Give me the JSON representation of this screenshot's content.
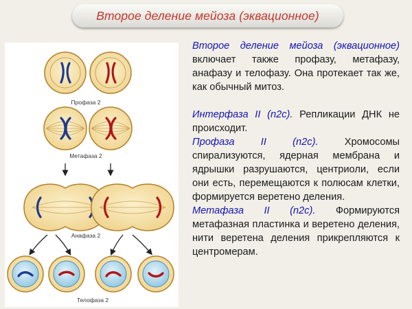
{
  "slide": {
    "title": "Второе деление мейоза (эквационное)"
  },
  "diagram": {
    "stage_labels": {
      "prophase": "Профаза 2",
      "metaphase": "Метафаза 2",
      "anaphase": "Анафаза 2",
      "telophase": "Телофаза 2"
    },
    "colors": {
      "cell_fill": "#f3dfa4",
      "cell_stroke": "#b07f2a",
      "nucleus_fill": "#bfe0ef",
      "chromosome_blue": "#1f3b8f",
      "chromosome_red": "#b31515"
    }
  },
  "text": {
    "intro_term": "Второе деление мейоза (эквационное)",
    "intro_rest": " включает также профазу, метафазу, анафазу и телофазу. Она протекает так же, как обычный митоз.",
    "interphase_term": "Интерфаза II (n2c).",
    "interphase_rest": " Репликации ДНК не происходит.",
    "prophase_term": "Профаза II (n2c).",
    "prophase_rest": " Хромосомы спирализуются, ядерная мембрана и ядрышки разрушаются, центриоли, если они есть, перемещаются к полюсам клетки, формируется веретено деления.",
    "metaphase_term": "Метафаза II (n2c).",
    "metaphase_rest": " Формируются метафазная пластинка и веретено деления, нити веретена деления прикрепляются к центромерам."
  }
}
